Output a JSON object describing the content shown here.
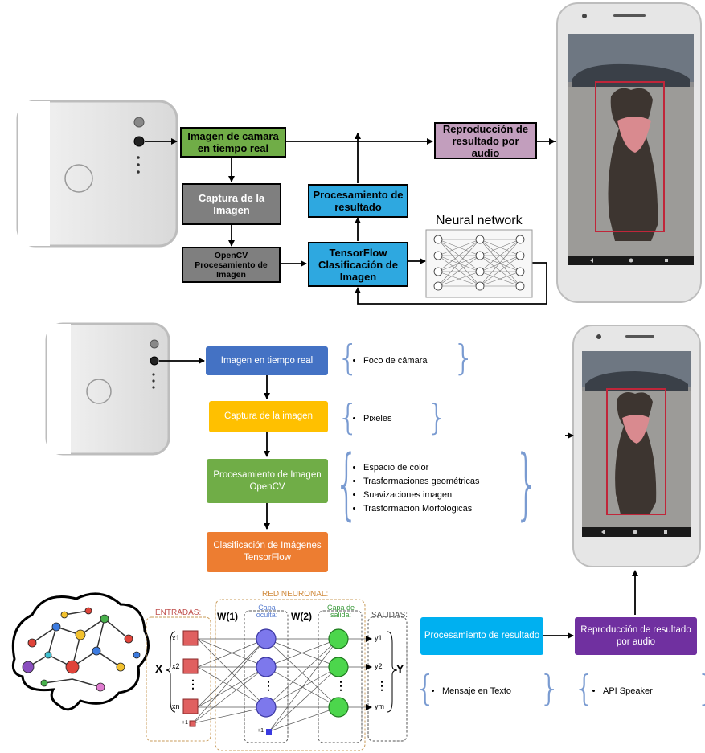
{
  "top": {
    "camera_box": "Imagen de camara en tiempo real",
    "capture_box": "Captura de la Imagen",
    "opencv_box": "OpenCV Procesamiento de Imagen",
    "tensorflow_box": "TensorFlow Clasificación de Imagen",
    "result_box": "Procesamiento de resultado",
    "audio_box": "Reproducción de resultado por audio",
    "neural_network_label": "Neural network"
  },
  "flow": {
    "realtime_box": "Imagen en tiempo real",
    "capture_box": "Captura de la imagen",
    "opencv_box": "Procesamiento de Imagen OpenCV",
    "tensorflow_box": "Clasificación de Imágenes TensorFlow",
    "notes_camera": [
      "Foco de cámara"
    ],
    "notes_pixels": [
      "Pixeles"
    ],
    "notes_opencv": [
      "Espacio de color",
      "Trasformaciones geométricas",
      "Suavizaciones imagen",
      "Trasformación Morfológicas"
    ]
  },
  "bottom": {
    "result_box": "Procesamiento de resultado",
    "audio_box": "Reproducción de resultado por audio",
    "notes_text": [
      "Mensaje en Texto"
    ],
    "notes_speaker": [
      "API Speaker"
    ]
  },
  "nn": {
    "title": "RED NEURONAL:",
    "inputs": "ENTRADAS:",
    "hidden": "Capa oculta:",
    "output_layer": "Capa de salida:",
    "outputs": "SALIDAS:",
    "X": "X",
    "Y": "Y",
    "W1": "W(1)",
    "W2": "W(2)",
    "x1": "x1",
    "x2": "x2",
    "xn": "xn",
    "y1": "y1",
    "y2": "y2",
    "ym": "ym",
    "bias": "+1",
    "dots": "⋮"
  },
  "colors": {
    "green": "#70ad47",
    "gray": "#7f7f7f",
    "blue": "#2ea8e0",
    "purple": "#c29ebd",
    "flow_blue": "#4472c4",
    "flow_yellow": "#ffc000",
    "flow_green": "#70ad47",
    "flow_orange": "#ed7d31",
    "bottom_cyan": "#00b0f0",
    "bottom_purple": "#7030a0"
  }
}
